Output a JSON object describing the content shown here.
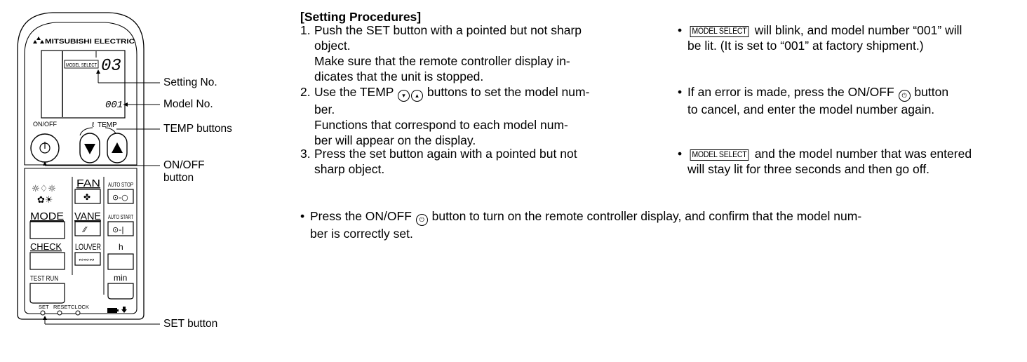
{
  "remote": {
    "brand": "MITSUBISHI ELECTRIC",
    "display_tag": "MODEL SELECT",
    "display_setting_no": "03",
    "display_model_no": "001",
    "on_off_label": "ON/OFF",
    "temp_label": "TEMP",
    "fan_label": "FAN",
    "mode_label": "MODE",
    "vane_label": "VANE",
    "check_label": "CHECK",
    "louver_label": "LOUVER",
    "test_run_label": "TEST RUN",
    "auto_stop_label": "AUTO STOP",
    "auto_start_label": "AUTO START",
    "h_label": "h",
    "min_label": "min",
    "set_label": "SET",
    "reset_label": "RESET",
    "clock_label": "CLOCK"
  },
  "callouts": {
    "setting_no": "Setting No.",
    "model_no": "Model No.",
    "temp_buttons": "TEMP buttons",
    "on_off_button_1": "ON/OFF",
    "on_off_button_2": "button",
    "set_button": "SET button"
  },
  "procedure": {
    "heading": "[Setting Procedures]",
    "step1": {
      "num": "1.",
      "lines": [
        "Push the SET button with a pointed but not sharp",
        "object.",
        "Make sure that the remote controller display in-",
        "dicates that the unit is stopped."
      ]
    },
    "step2": {
      "num": "2.",
      "line1_a": "Use the TEMP",
      "line1_b": "buttons to set the model num-",
      "lines": [
        "ber.",
        "Functions that correspond to each model num-",
        "ber will appear on the display."
      ]
    },
    "step3": {
      "num": "3.",
      "lines": [
        "Press the set button again with a pointed but not",
        "sharp object."
      ]
    },
    "note1": {
      "tag": "MODEL SELECT",
      "line1": "will blink, and model number “001” will",
      "line2": "be lit. (It is set to “001” at factory shipment.)"
    },
    "note2": {
      "line1": "If an error is made, press the ON/OFF",
      "line1_end": "button",
      "line2": "to cancel, and enter the model number again."
    },
    "note3": {
      "tag": "MODEL SELECT",
      "line1": "and the model number that was entered",
      "line2": "will stay lit for three seconds and then go off."
    },
    "final": {
      "line1_a": "Press the ON/OFF",
      "line1_b": "button to turn on the remote controller display, and confirm that the model num-",
      "line2": "ber is correctly set."
    },
    "bullet": "•"
  }
}
